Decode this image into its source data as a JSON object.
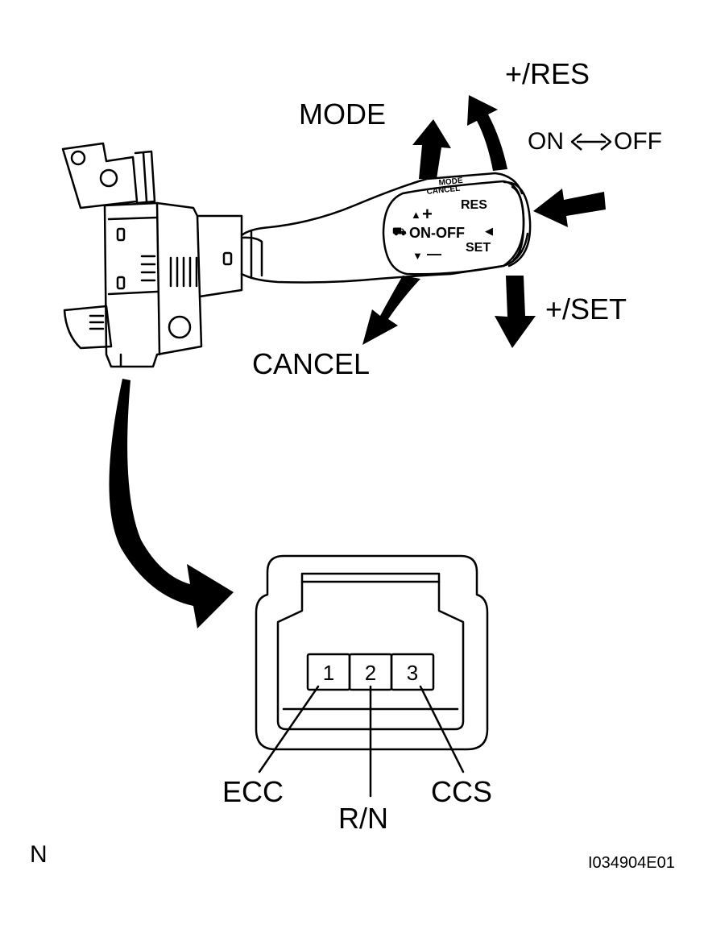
{
  "labels": {
    "res": "+/RES",
    "mode": "MODE",
    "on": "ON",
    "off": "OFF",
    "set": "+/SET",
    "cancel": "CANCEL",
    "ecc": "ECC",
    "rn": "R/N",
    "ccs": "CCS",
    "corner": "N",
    "figure_id": "I034904E01"
  },
  "lever_face": {
    "mode": "MODE",
    "cancel": "CANCEL",
    "res": "RES",
    "plus": "+",
    "onoff": "ON-OFF",
    "set": "SET",
    "minus": "—"
  },
  "connector": {
    "pins": [
      "1",
      "2",
      "3"
    ]
  },
  "colors": {
    "ink": "#000000",
    "paper": "#ffffff"
  }
}
